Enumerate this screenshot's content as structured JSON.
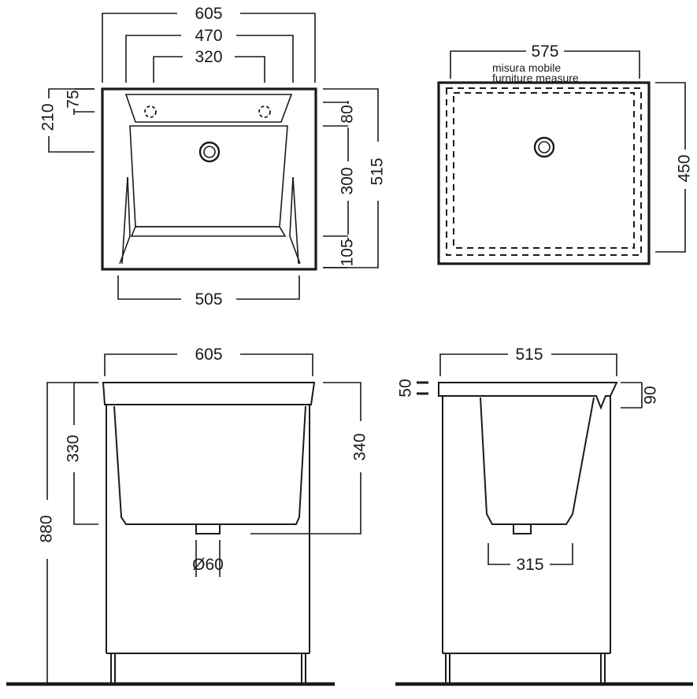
{
  "views": {
    "top": {
      "dims": {
        "overall_width": "605",
        "holes_outer": "470",
        "holes_inner": "320",
        "depth_210": "210",
        "depth_75": "75",
        "back_80": "80",
        "basin_300": "300",
        "front_105": "105",
        "overall_depth": "515",
        "basin_width": "505"
      }
    },
    "cabinet_top": {
      "dims": {
        "furniture_width": "575",
        "furniture_depth": "450"
      },
      "note_it": "misura mobile",
      "note_en": "furniture measure"
    },
    "front": {
      "dims": {
        "overall_width": "605",
        "total_height": "880",
        "basin_depth": "330",
        "drain_height": "340",
        "drain_diameter": "Ø60"
      }
    },
    "side": {
      "dims": {
        "depth": "515",
        "rim_50": "50",
        "rim_90": "90",
        "drain_offset": "315"
      }
    }
  }
}
